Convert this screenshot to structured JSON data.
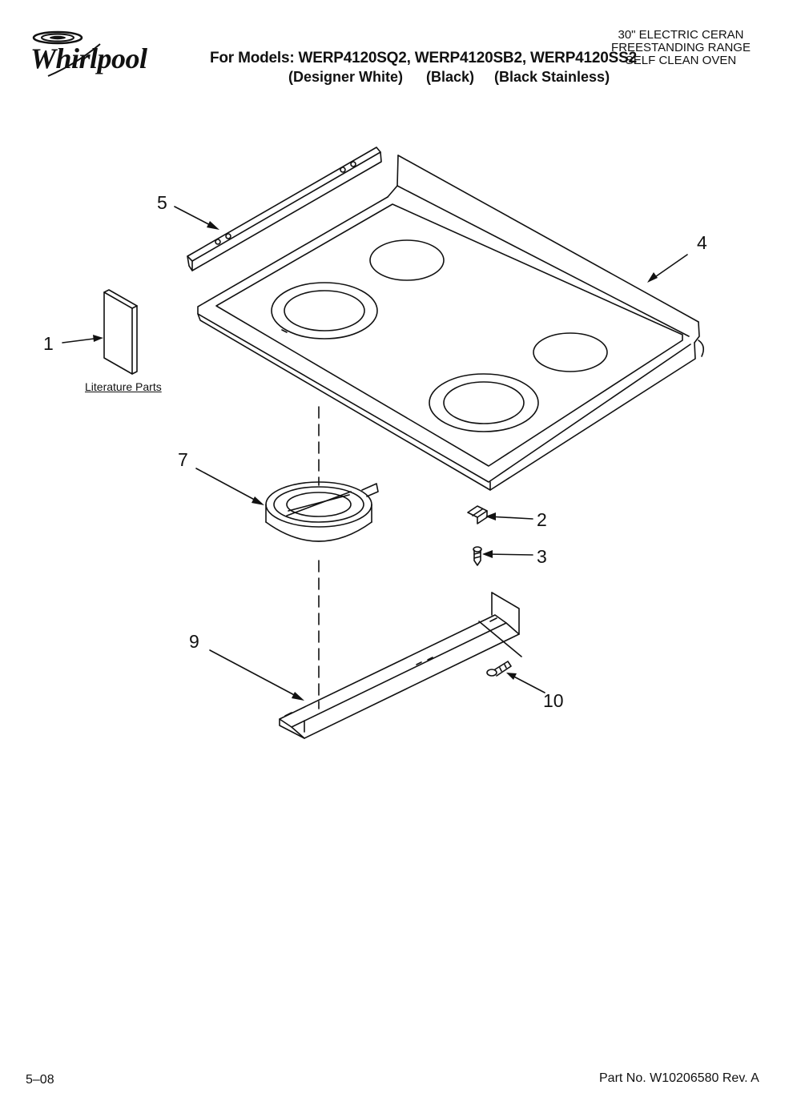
{
  "header": {
    "brand": "Whirlpool",
    "models_line": "For Models: WERP4120SQ2, WERP4120SB2, WERP4120SS2",
    "variant_white": "(Designer White)",
    "variant_black": "(Black)",
    "variant_stainless": "(Black Stainless)",
    "product_lines": [
      "30\" ELECTRIC CERAN",
      "FREESTANDING RANGE",
      "SELF CLEAN OVEN"
    ]
  },
  "parts": {
    "literature_label": "Literature Parts",
    "callouts": [
      "1",
      "2",
      "3",
      "4",
      "5",
      "7",
      "9",
      "10"
    ]
  },
  "footer": {
    "date": "5–08",
    "part_number": "Part No. W10206580 Rev. A"
  }
}
